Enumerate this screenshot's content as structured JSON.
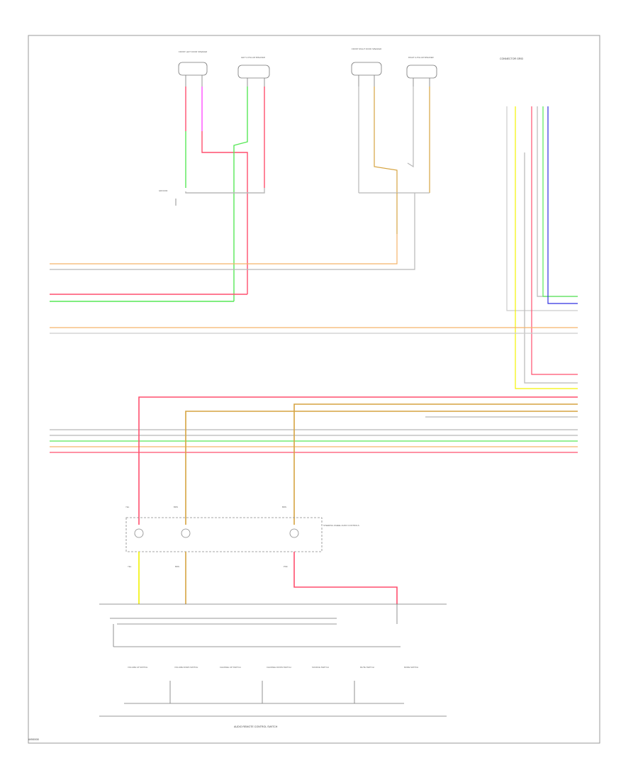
{
  "diagram": {
    "connector_title": "CONNECTOR GRID",
    "speakers": [
      {
        "id": "front-left-door-speaker",
        "label": "FRONT LEFT DOOR SPEAKER"
      },
      {
        "id": "left-a-pillar-speaker",
        "label": "LEFT A-PILLAR SPEAKER"
      },
      {
        "id": "front-right-door-speaker",
        "label": "FRONT RIGHT DOOR SPEAKER"
      },
      {
        "id": "right-a-pillar-speaker",
        "label": "RIGHT A-PILLAR SPEAKER"
      }
    ],
    "ground_label": "GROUND",
    "module": {
      "label": "STEERING WHEEL AUDIO CONTROLS"
    },
    "module_top_pins": [
      "YEL",
      "BRN",
      "BRN"
    ],
    "module_bottom_pins": [
      "YEL",
      "BRN",
      "PNK"
    ],
    "switches": [
      "VOLUME UP SWITCH",
      "VOLUME DOWN SWITCH",
      "CHANNEL UP SWITCH",
      "CHANNEL DOWN SWITCH",
      "SOURCE SWITCH",
      "MUTE SWITCH",
      "MODE SWITCH"
    ],
    "bottom_title": "AUDIO REMOTE CONTROL SWITCH",
    "footer_code": "W00000"
  },
  "colors": {
    "red": "#ff4f6e",
    "pink": "#ff4dff",
    "green": "#57e857",
    "orange": "#f5b36b",
    "tan": "#d6a441",
    "gray": "#b8b8b8",
    "blue": "#3030e0",
    "yellow": "#f2f200",
    "black": "#3a3a3a"
  }
}
